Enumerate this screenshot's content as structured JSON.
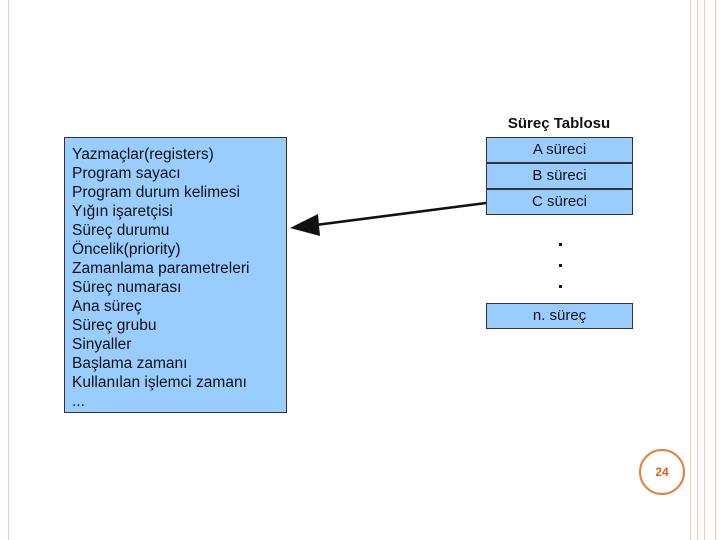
{
  "pcb_fields": [
    "Yazmaçlar(registers)",
    "Program sayacı",
    "Program durum kelimesi",
    "Yığın işaretçisi",
    "Süreç durumu",
    "Öncelik(priority)",
    "Zamanlama parametreleri",
    "Süreç numarası",
    "Ana süreç",
    "Süreç grubu",
    "Sinyaller",
    "Başlama zamanı",
    "Kullanılan işlemci zamanı",
    "..."
  ],
  "process_table": {
    "title": "Süreç Tablosu",
    "rows": [
      "A süreci",
      "B süreci",
      "C süreci"
    ],
    "last_row": "n. süreç"
  },
  "page_number": "24",
  "colors": {
    "block_fill": "#99ccff",
    "frame": "#f2c9b7",
    "badge_accent": "#e87c3e"
  }
}
